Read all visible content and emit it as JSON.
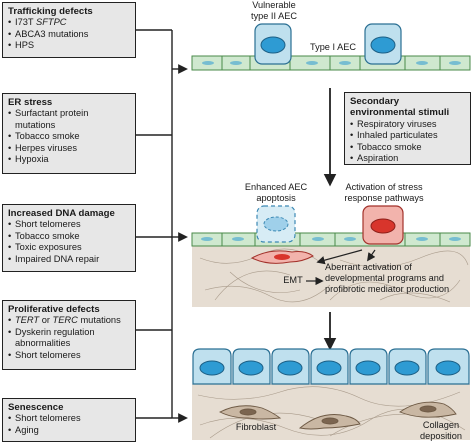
{
  "left_boxes": [
    {
      "title": "Trafficking defects",
      "items": [
        {
          "parts": [
            {
              "text": "I73T "
            },
            {
              "text": "SFTPC",
              "italic": true
            }
          ]
        },
        {
          "parts": [
            {
              "text": "ABCA3 mutations"
            }
          ]
        },
        {
          "parts": [
            {
              "text": "HPS"
            }
          ]
        }
      ]
    },
    {
      "title": "ER stress",
      "items": [
        {
          "parts": [
            {
              "text": "Surfactant protein mutations"
            }
          ]
        },
        {
          "parts": [
            {
              "text": "Tobacco smoke"
            }
          ]
        },
        {
          "parts": [
            {
              "text": "Herpes viruses"
            }
          ]
        },
        {
          "parts": [
            {
              "text": "Hypoxia"
            }
          ]
        }
      ]
    },
    {
      "title": "Increased DNA damage",
      "items": [
        {
          "parts": [
            {
              "text": "Short telomeres"
            }
          ]
        },
        {
          "parts": [
            {
              "text": "Tobacco smoke"
            }
          ]
        },
        {
          "parts": [
            {
              "text": "Toxic exposures"
            }
          ]
        },
        {
          "parts": [
            {
              "text": "Impaired DNA repair"
            }
          ]
        }
      ]
    },
    {
      "title": "Proliferative defects",
      "items": [
        {
          "parts": [
            {
              "text": "TERT",
              "italic": true
            },
            {
              "text": " or "
            },
            {
              "text": "TERC",
              "italic": true
            },
            {
              "text": " mutations"
            }
          ]
        },
        {
          "parts": [
            {
              "text": "Dyskerin regulation abnormalities"
            }
          ]
        },
        {
          "parts": [
            {
              "text": "Short telomeres"
            }
          ]
        }
      ]
    },
    {
      "title": "Senescence",
      "items": [
        {
          "parts": [
            {
              "text": "Short telomeres"
            }
          ]
        },
        {
          "parts": [
            {
              "text": "Aging"
            }
          ]
        }
      ]
    }
  ],
  "right_box": {
    "title": "Secondary environmental stimuli",
    "items": [
      {
        "parts": [
          {
            "text": "Respiratory viruses"
          }
        ]
      },
      {
        "parts": [
          {
            "text": "Inhaled particulates"
          }
        ]
      },
      {
        "parts": [
          {
            "text": "Tobacco smoke"
          }
        ]
      },
      {
        "parts": [
          {
            "text": "Aspiration"
          }
        ]
      }
    ]
  },
  "labels": {
    "vulnerable": "Vulnerable type II AEC",
    "type1": "Type I AEC",
    "enhanced": "Enhanced AEC apoptosis",
    "activation": "Activation of stress response pathways",
    "emt": "EMT",
    "aberrant": "Aberrant activation of developmental programs and profibrotic mediator production",
    "fibroblast": "Fibroblast",
    "collagen": "Collagen deposition"
  },
  "colors": {
    "type1_cell": "#cfe8cf",
    "type2_cell": "#bfe0ee",
    "nucleus_blue": "#2e9bd3",
    "stress_cell": "#f2b3ac",
    "nucleus_red": "#d8352c",
    "matrix": "#e6ddd2",
    "fibroblast": "#c9b7a3",
    "box_fill": "#e7e7e7"
  }
}
